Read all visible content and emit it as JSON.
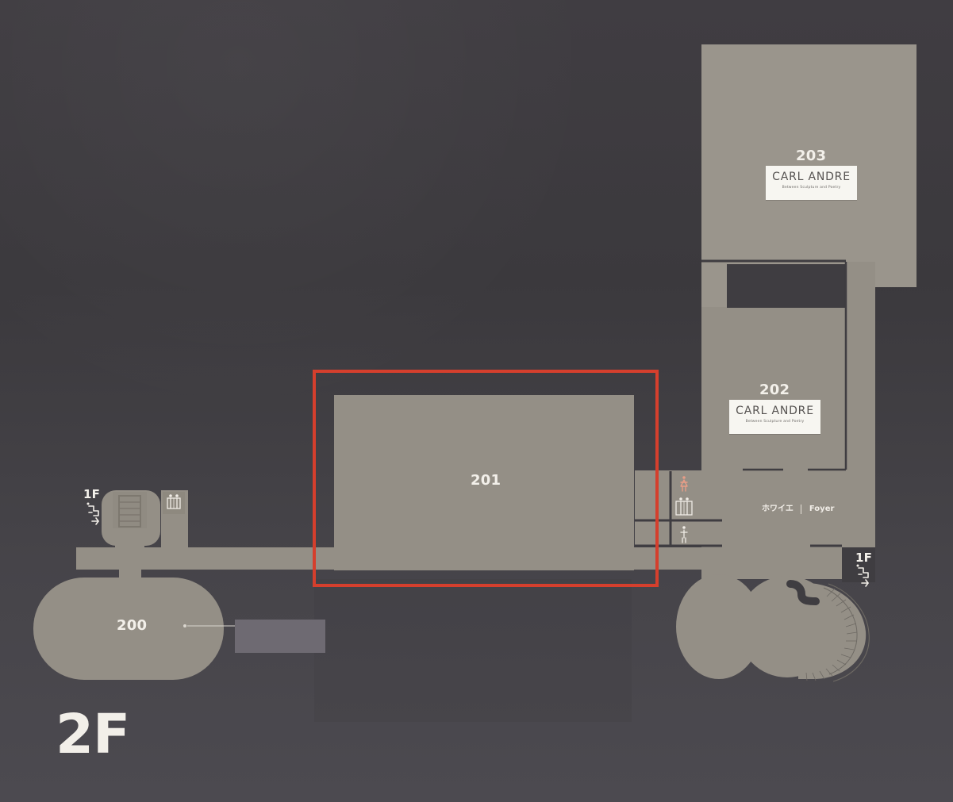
{
  "floor": {
    "label": "2F"
  },
  "rooms": {
    "r200": "200",
    "r201": "201",
    "r202": "202",
    "r203": "203"
  },
  "stairs": {
    "left_label": "1F",
    "right_label": "1F"
  },
  "exhibitions": {
    "r203": {
      "title": "CARL ANDRE",
      "subtitle": "Between Sculpture and Poetry"
    },
    "r202": {
      "title": "CARL ANDRE",
      "subtitle": "Between Sculpture and Poetry"
    }
  },
  "foyer": {
    "jp": "ホワイエ",
    "en": "Foyer"
  },
  "icons": {
    "stairs_left": "stairs-icon",
    "restroom_left": "restroom-icon",
    "stairs_right": "stairs-icon",
    "women_restroom": "woman-icon",
    "restroom_center": "restroom-icon",
    "men_restroom": "man-icon"
  },
  "colors": {
    "background": "#3f3d41",
    "room": "#948f86",
    "highlight": "#d53f2d",
    "sign": "#f7f6f1",
    "text": "#f3f0ea"
  }
}
